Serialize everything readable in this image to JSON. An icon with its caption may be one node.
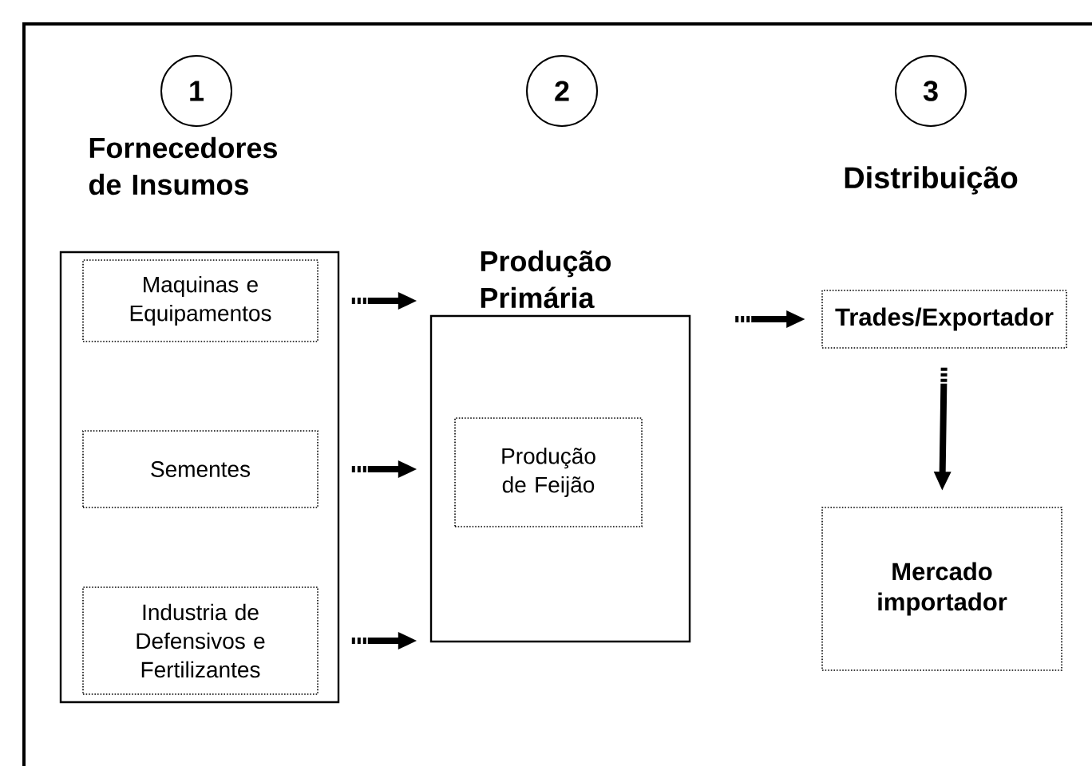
{
  "diagram": {
    "nodes": [
      {
        "text": [
          "1"
        ]
      },
      {
        "text": [
          "2"
        ]
      },
      {
        "text": [
          "3"
        ]
      },
      {
        "text": [
          "Fornecedores de Insumos"
        ]
      },
      {
        "text": [
          "Maquinas e Equipamentos"
        ],
        "in": 3
      },
      {
        "text": [
          "Sementes"
        ],
        "in": 3
      },
      {
        "text": [
          "Industria de Defensivos e Fertilizantes"
        ],
        "in": 3
      },
      {
        "text": [
          "Produção Primária"
        ]
      },
      {
        "text": [
          "Produção de Feijão"
        ],
        "in": 7
      },
      {
        "text": [
          "Trades/Exportador"
        ]
      },
      {
        "text": [
          "Mercado importador"
        ]
      }
    ],
    "edges": [
      {
        "from": 4,
        "to": 7,
        "arrow": "to",
        "style": "dashed"
      },
      {
        "from": 5,
        "to": 7,
        "arrow": "to",
        "style": "dashed"
      },
      {
        "from": 6,
        "to": 7,
        "arrow": "to",
        "style": "dashed"
      },
      {
        "from": 7,
        "to": 9,
        "arrow": "to",
        "style": "dashed"
      },
      {
        "from": 9,
        "to": 10,
        "arrow": "to",
        "style": "dashed"
      }
    ],
    "labels": [
      "Distribuição"
    ]
  }
}
